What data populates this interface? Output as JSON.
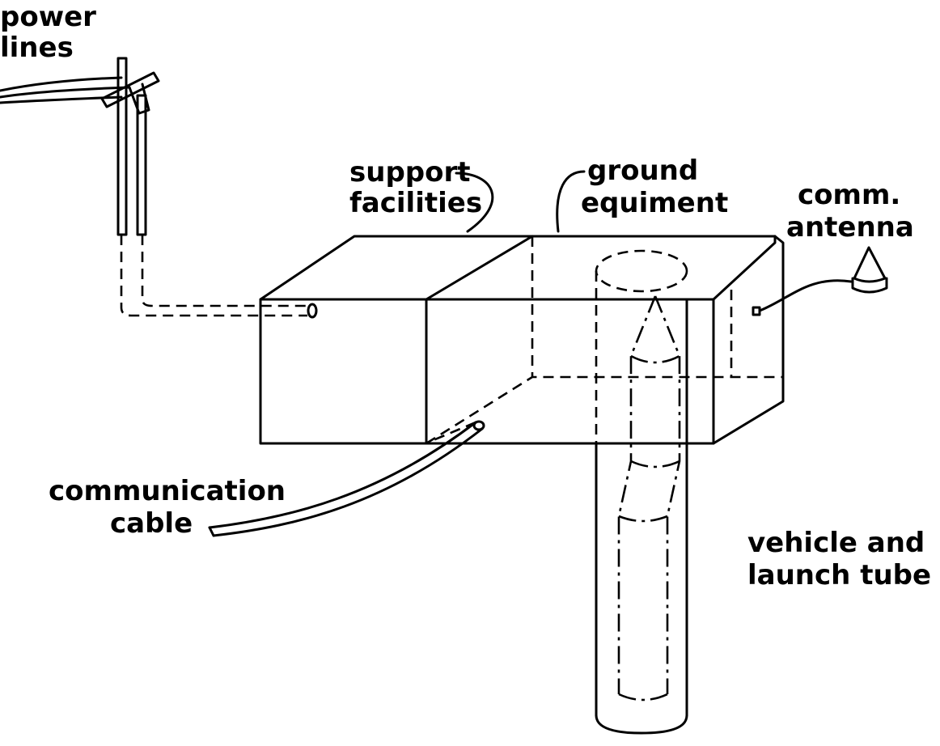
{
  "labels": {
    "power_lines_line1": "power",
    "power_lines_line2": "lines",
    "support_line1": "support",
    "support_line2": "facilities",
    "ground_line1": "ground",
    "ground_line2": "equiment",
    "antenna_line1": "comm.",
    "antenna_line2": "antenna",
    "comm_cable_line1": "communication",
    "comm_cable_line2": "cable",
    "vehicle_line1": "vehicle and",
    "vehicle_line2": "launch tube"
  },
  "colors": {
    "ink": "#000000",
    "background": "#ffffff"
  }
}
